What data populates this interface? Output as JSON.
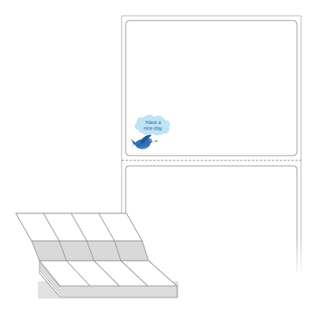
{
  "product": {
    "name": "fanfold label stock",
    "label_shape": "rectangle with rounded corners",
    "perforation": "dashed tear line between labels"
  },
  "sample_label": {
    "illustration": "bluebird-with-speech-cloud",
    "cloud_line_1": "Have a",
    "cloud_line_2": "nice day."
  },
  "icons": {
    "bird": "bluebird-icon",
    "cloud": "speech-cloud-icon"
  },
  "colors": {
    "label_edge": "#9a9a9a",
    "web_edge": "#b5b5b5",
    "cloud_fill": "#bfe3f7",
    "cloud_text": "#2f5f8a",
    "bird_body": "#2f6fb5",
    "bird_belly": "#eaf3fb",
    "stack_shadow": "#d4d4d4"
  }
}
